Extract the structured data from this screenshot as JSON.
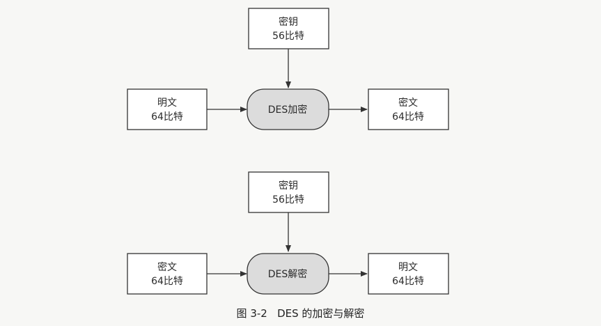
{
  "encryption": {
    "key": {
      "line1": "密钥",
      "line2": "56比特"
    },
    "input": {
      "line1": "明文",
      "line2": "64比特"
    },
    "process": "DES加密",
    "output": {
      "line1": "密文",
      "line2": "64比特"
    }
  },
  "decryption": {
    "key": {
      "line1": "密钥",
      "line2": "56比特"
    },
    "input": {
      "line1": "密文",
      "line2": "64比特"
    },
    "process": "DES解密",
    "output": {
      "line1": "明文",
      "line2": "64比特"
    }
  },
  "caption": "图 3-2   DES 的加密与解密",
  "colors": {
    "process_fill": "#dcdcdc",
    "box_fill": "#ffffff",
    "stroke": "#333333"
  }
}
